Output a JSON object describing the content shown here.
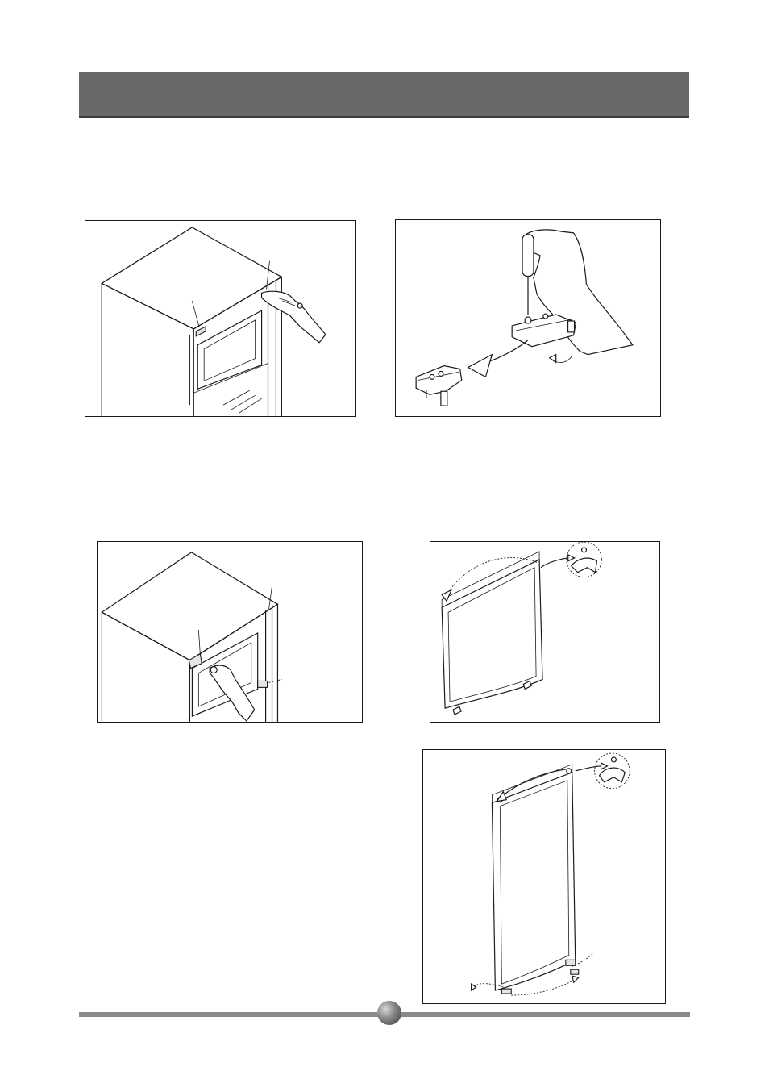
{
  "header": {
    "title": ""
  },
  "footer": {
    "page_number": ""
  },
  "figures": [
    {
      "id": "fig1",
      "caption": ""
    },
    {
      "id": "fig2",
      "caption": ""
    },
    {
      "id": "fig3",
      "caption": ""
    },
    {
      "id": "fig4",
      "caption": ""
    },
    {
      "id": "fig5",
      "caption": ""
    }
  ]
}
